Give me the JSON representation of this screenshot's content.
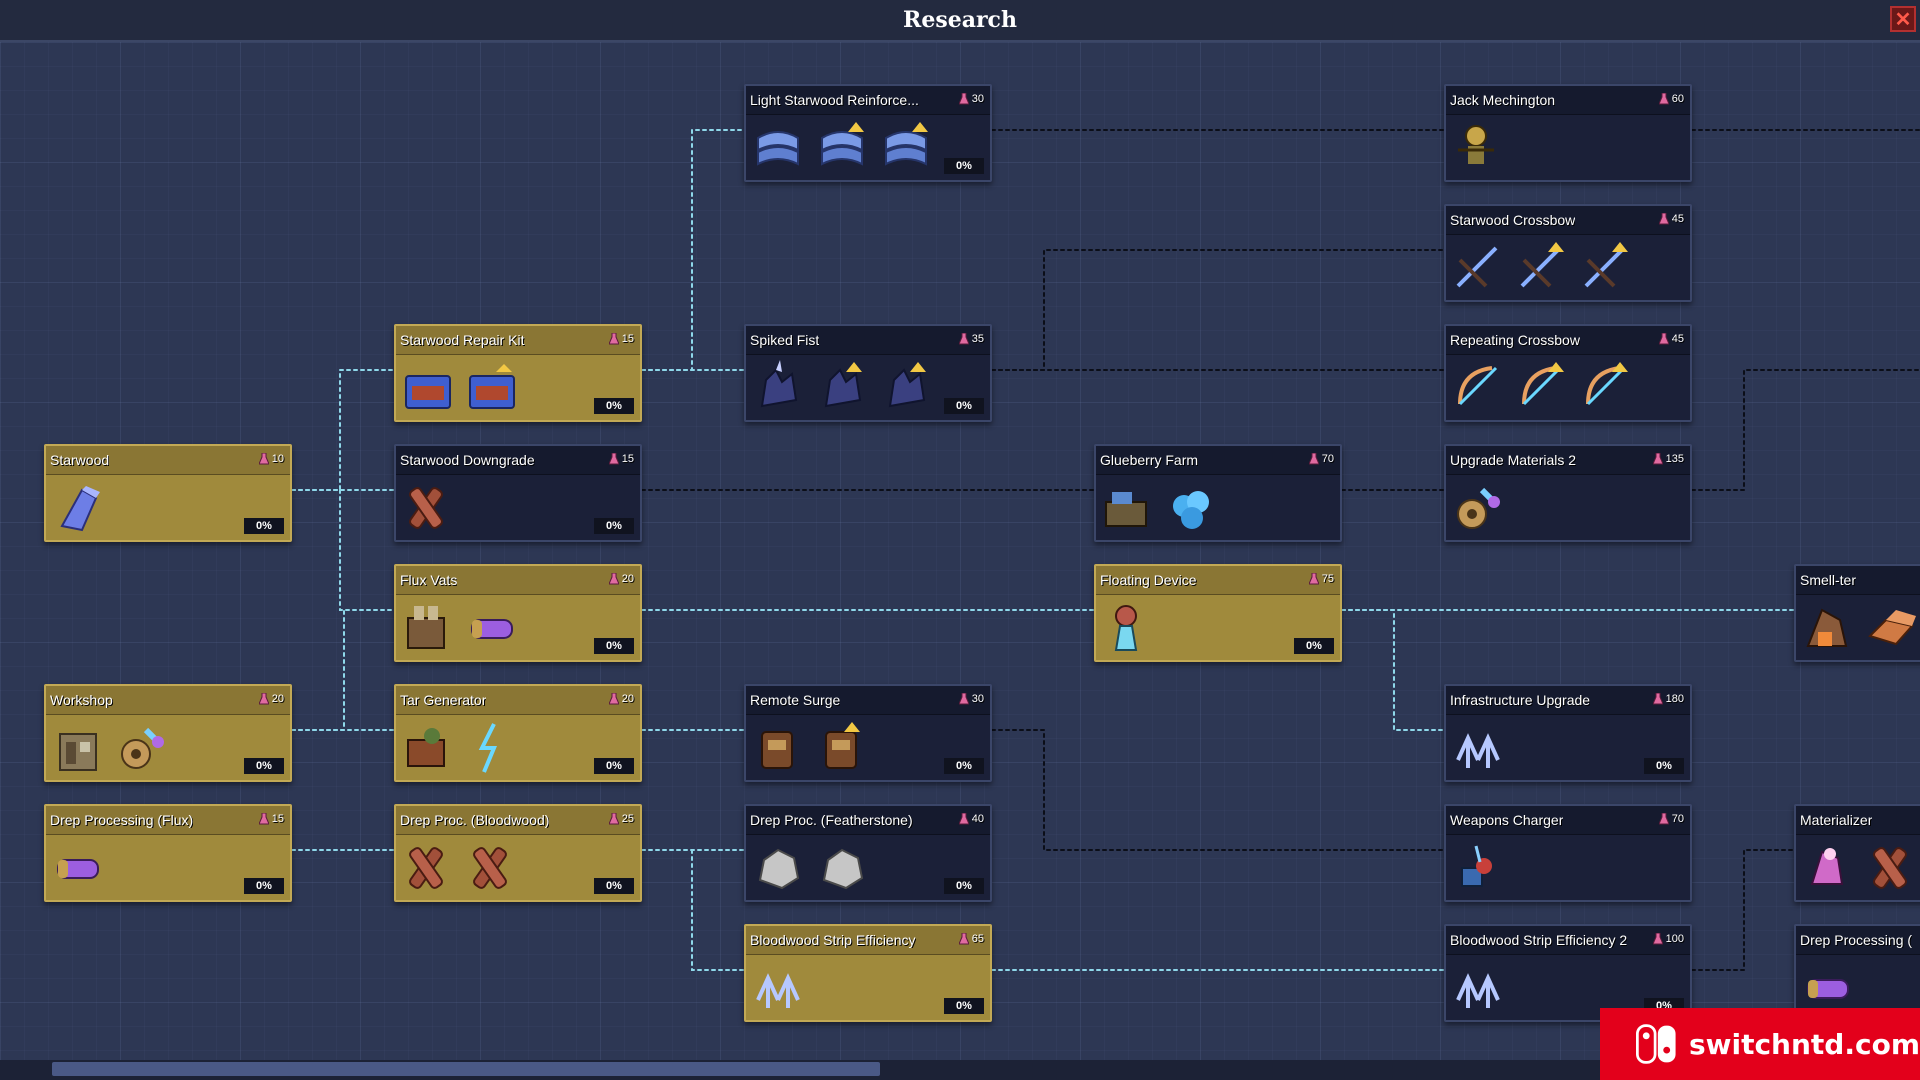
{
  "window": {
    "title": "Research",
    "close_label": "✕"
  },
  "colors": {
    "completed_node": "#a08a3c",
    "locked_node": "#1b2038",
    "link_available": "#8fd8ea",
    "link_locked": "#0b0e18",
    "close_button": "#b23030"
  },
  "nodes": [
    {
      "id": "starwood",
      "title": "Starwood",
      "cost": "10",
      "progress": "0%",
      "state": "gold",
      "icons": [
        "starwood-ingot-icon"
      ]
    },
    {
      "id": "workshop",
      "title": "Workshop",
      "cost": "20",
      "progress": "0%",
      "state": "gold",
      "icons": [
        "workshop-icon",
        "upgrade-gear-icon"
      ]
    },
    {
      "id": "drep-flux",
      "title": "Drep Processing (Flux)",
      "cost": "15",
      "progress": "0%",
      "state": "gold",
      "icons": [
        "flux-canister-icon"
      ]
    },
    {
      "id": "repair-kit",
      "title": "Starwood Repair Kit",
      "cost": "15",
      "progress": "0%",
      "state": "gold",
      "icons": [
        "repair-kit-icon",
        "repair-kit-upgraded-icon"
      ]
    },
    {
      "id": "downgrade",
      "title": "Starwood Downgrade",
      "cost": "15",
      "progress": "0%",
      "state": "dark",
      "icons": [
        "bloodwood-plank-icon"
      ]
    },
    {
      "id": "flux-vats",
      "title": "Flux Vats",
      "cost": "20",
      "progress": "0%",
      "state": "gold",
      "icons": [
        "flux-vat-machine-icon",
        "flux-canister-icon"
      ]
    },
    {
      "id": "tar-generator",
      "title": "Tar Generator",
      "cost": "20",
      "progress": "0%",
      "state": "gold",
      "icons": [
        "tar-generator-icon",
        "lightning-icon"
      ]
    },
    {
      "id": "drep-bloodwood",
      "title": "Drep Proc. (Bloodwood)",
      "cost": "25",
      "progress": "0%",
      "state": "gold",
      "icons": [
        "bloodwood-plank-icon",
        "bloodwood-plank-icon"
      ]
    },
    {
      "id": "light-reinforce",
      "title": "Light Starwood Reinforce...",
      "cost": "30",
      "progress": "0%",
      "state": "dark",
      "icons": [
        "armor-plate-icon",
        "armor-plate-upgraded-icon",
        "armor-plate-upgraded-icon"
      ]
    },
    {
      "id": "spiked-fist",
      "title": "Spiked Fist",
      "cost": "35",
      "progress": "0%",
      "state": "dark",
      "icons": [
        "spiked-fist-icon",
        "spiked-fist-upgraded-icon",
        "spiked-fist-upgraded-icon"
      ]
    },
    {
      "id": "remote-surge",
      "title": "Remote Surge",
      "cost": "30",
      "progress": "0%",
      "state": "dark",
      "icons": [
        "remote-backpack-icon",
        "remote-backpack-upgraded-icon"
      ]
    },
    {
      "id": "drep-featherstone",
      "title": "Drep Proc. (Featherstone)",
      "cost": "40",
      "progress": "0%",
      "state": "dark",
      "icons": [
        "featherstone-rock-icon",
        "featherstone-rock-icon"
      ]
    },
    {
      "id": "bloodwood-eff",
      "title": "Bloodwood Strip Efficiency",
      "cost": "65",
      "progress": "0%",
      "state": "gold",
      "icons": [
        "double-arrow-up-icon"
      ]
    },
    {
      "id": "glueberry",
      "title": "Glueberry Farm",
      "cost": "70",
      "progress": "",
      "state": "dark",
      "icons": [
        "farm-machine-icon",
        "glueberry-icon"
      ]
    },
    {
      "id": "floating-device",
      "title": "Floating Device",
      "cost": "75",
      "progress": "0%",
      "state": "gold",
      "icons": [
        "floating-device-icon"
      ]
    },
    {
      "id": "jack",
      "title": "Jack Mechington",
      "cost": "60",
      "progress": "",
      "state": "dark",
      "icons": [
        "scarecrow-robot-icon"
      ]
    },
    {
      "id": "crossbow",
      "title": "Starwood Crossbow",
      "cost": "45",
      "progress": "",
      "state": "dark",
      "icons": [
        "crossbow-icon",
        "crossbow-upgraded-icon",
        "crossbow-upgraded-icon"
      ]
    },
    {
      "id": "repeating-crossbow",
      "title": "Repeating Crossbow",
      "cost": "45",
      "progress": "",
      "state": "dark",
      "icons": [
        "repeating-crossbow-icon",
        "repeating-crossbow-upgraded-icon",
        "repeating-crossbow-upgraded-icon"
      ]
    },
    {
      "id": "upgrade-materials-2",
      "title": "Upgrade Materials 2",
      "cost": "135",
      "progress": "",
      "state": "dark",
      "icons": [
        "upgrade-gear-icon"
      ]
    },
    {
      "id": "infrastructure",
      "title": "Infrastructure Upgrade",
      "cost": "180",
      "progress": "0%",
      "state": "dark",
      "icons": [
        "double-arrow-up-icon"
      ]
    },
    {
      "id": "weapons-charger",
      "title": "Weapons Charger",
      "cost": "70",
      "progress": "",
      "state": "dark",
      "icons": [
        "weapons-charger-icon"
      ]
    },
    {
      "id": "bloodwood-eff-2",
      "title": "Bloodwood Strip Efficiency 2",
      "cost": "100",
      "progress": "0%",
      "state": "dark",
      "icons": [
        "double-arrow-up-icon"
      ]
    },
    {
      "id": "smelter",
      "title": "Smell-ter",
      "cost": "",
      "progress": "",
      "state": "dark",
      "icons": [
        "smelter-icon",
        "copper-ingot-icon"
      ]
    },
    {
      "id": "materializer",
      "title": "Materializer",
      "cost": "",
      "progress": "",
      "state": "dark",
      "icons": [
        "materializer-icon",
        "bloodwood-plank-icon"
      ]
    },
    {
      "id": "drep-processing-partial",
      "title": "Drep Processing (",
      "cost": "",
      "progress": "",
      "state": "dark",
      "icons": [
        "flux-canister-icon"
      ]
    }
  ],
  "watermark": {
    "text": "switchntd.com"
  }
}
